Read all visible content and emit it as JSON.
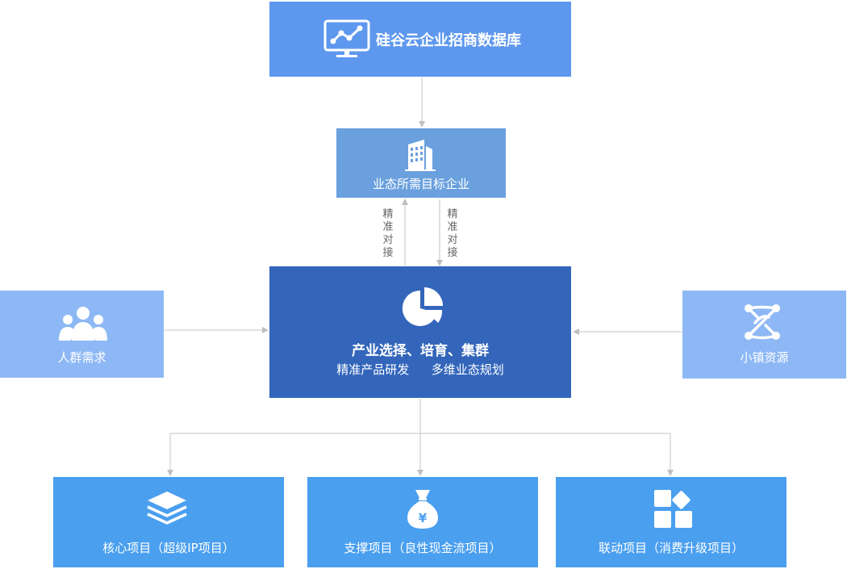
{
  "colors": {
    "top": "#5e98ee",
    "target": "#6aa0dd",
    "center": "#3366bb",
    "side": "#8db8f5",
    "bottom": "#4a9fef",
    "line": "#c4c4c4"
  },
  "database": {
    "title": "硅谷云企业招商数据库",
    "icon": "monitor-chart-icon"
  },
  "target": {
    "label": "业态所需目标企业",
    "icon": "building-icon"
  },
  "docking_left": "精准对接",
  "docking_right": "精准对接",
  "center": {
    "icon": "pie-chart-icon",
    "title": "产业选择、培育、集群",
    "sub_left": "精准产品研发",
    "sub_right": "多维业态规划"
  },
  "left": {
    "label": "人群需求",
    "icon": "people-icon"
  },
  "right": {
    "label": "小镇资源",
    "icon": "network-icon"
  },
  "projects": [
    {
      "label": "核心项目（超级IP项目）",
      "icon": "layers-icon"
    },
    {
      "label": "支撑项目（良性现金流项目）",
      "icon": "money-bag-icon"
    },
    {
      "label": "联动项目（消费升级项目）",
      "icon": "tiles-icon"
    }
  ]
}
